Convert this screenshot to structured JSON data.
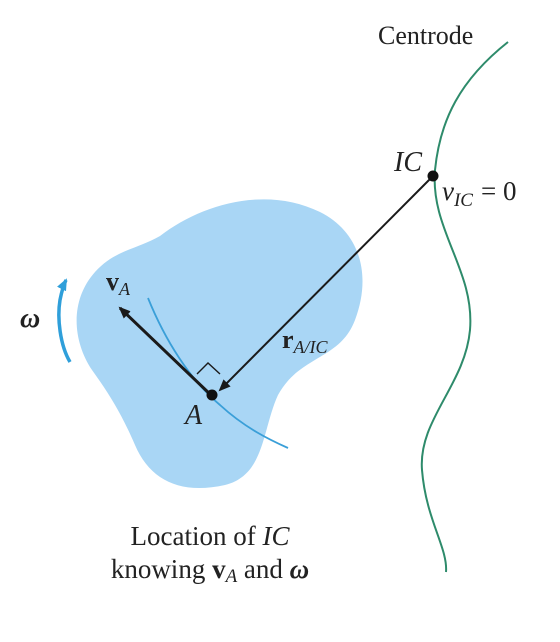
{
  "labels": {
    "centrode": "Centrode",
    "ic": "IC",
    "v_ic_sym": "v",
    "v_ic_sub": "IC",
    "v_ic_eq": "= 0",
    "omega": "ω",
    "va_sym": "v",
    "va_sub": "A",
    "r_sym": "r",
    "r_sub": "A/IC",
    "point_a": "A"
  },
  "caption": {
    "line1_pre": "Location of ",
    "line1_ic": "IC",
    "line2_pre": "knowing ",
    "line2_v": "v",
    "line2_sub": "A",
    "line2_mid": " and ",
    "line2_omega": "ω"
  },
  "colors": {
    "body_fill": "#a9d6f5",
    "centrode": "#2e8b6b",
    "path": "#3a9fd8",
    "omega_arrow": "#2f9fda",
    "vector": "#1a1a1a"
  }
}
